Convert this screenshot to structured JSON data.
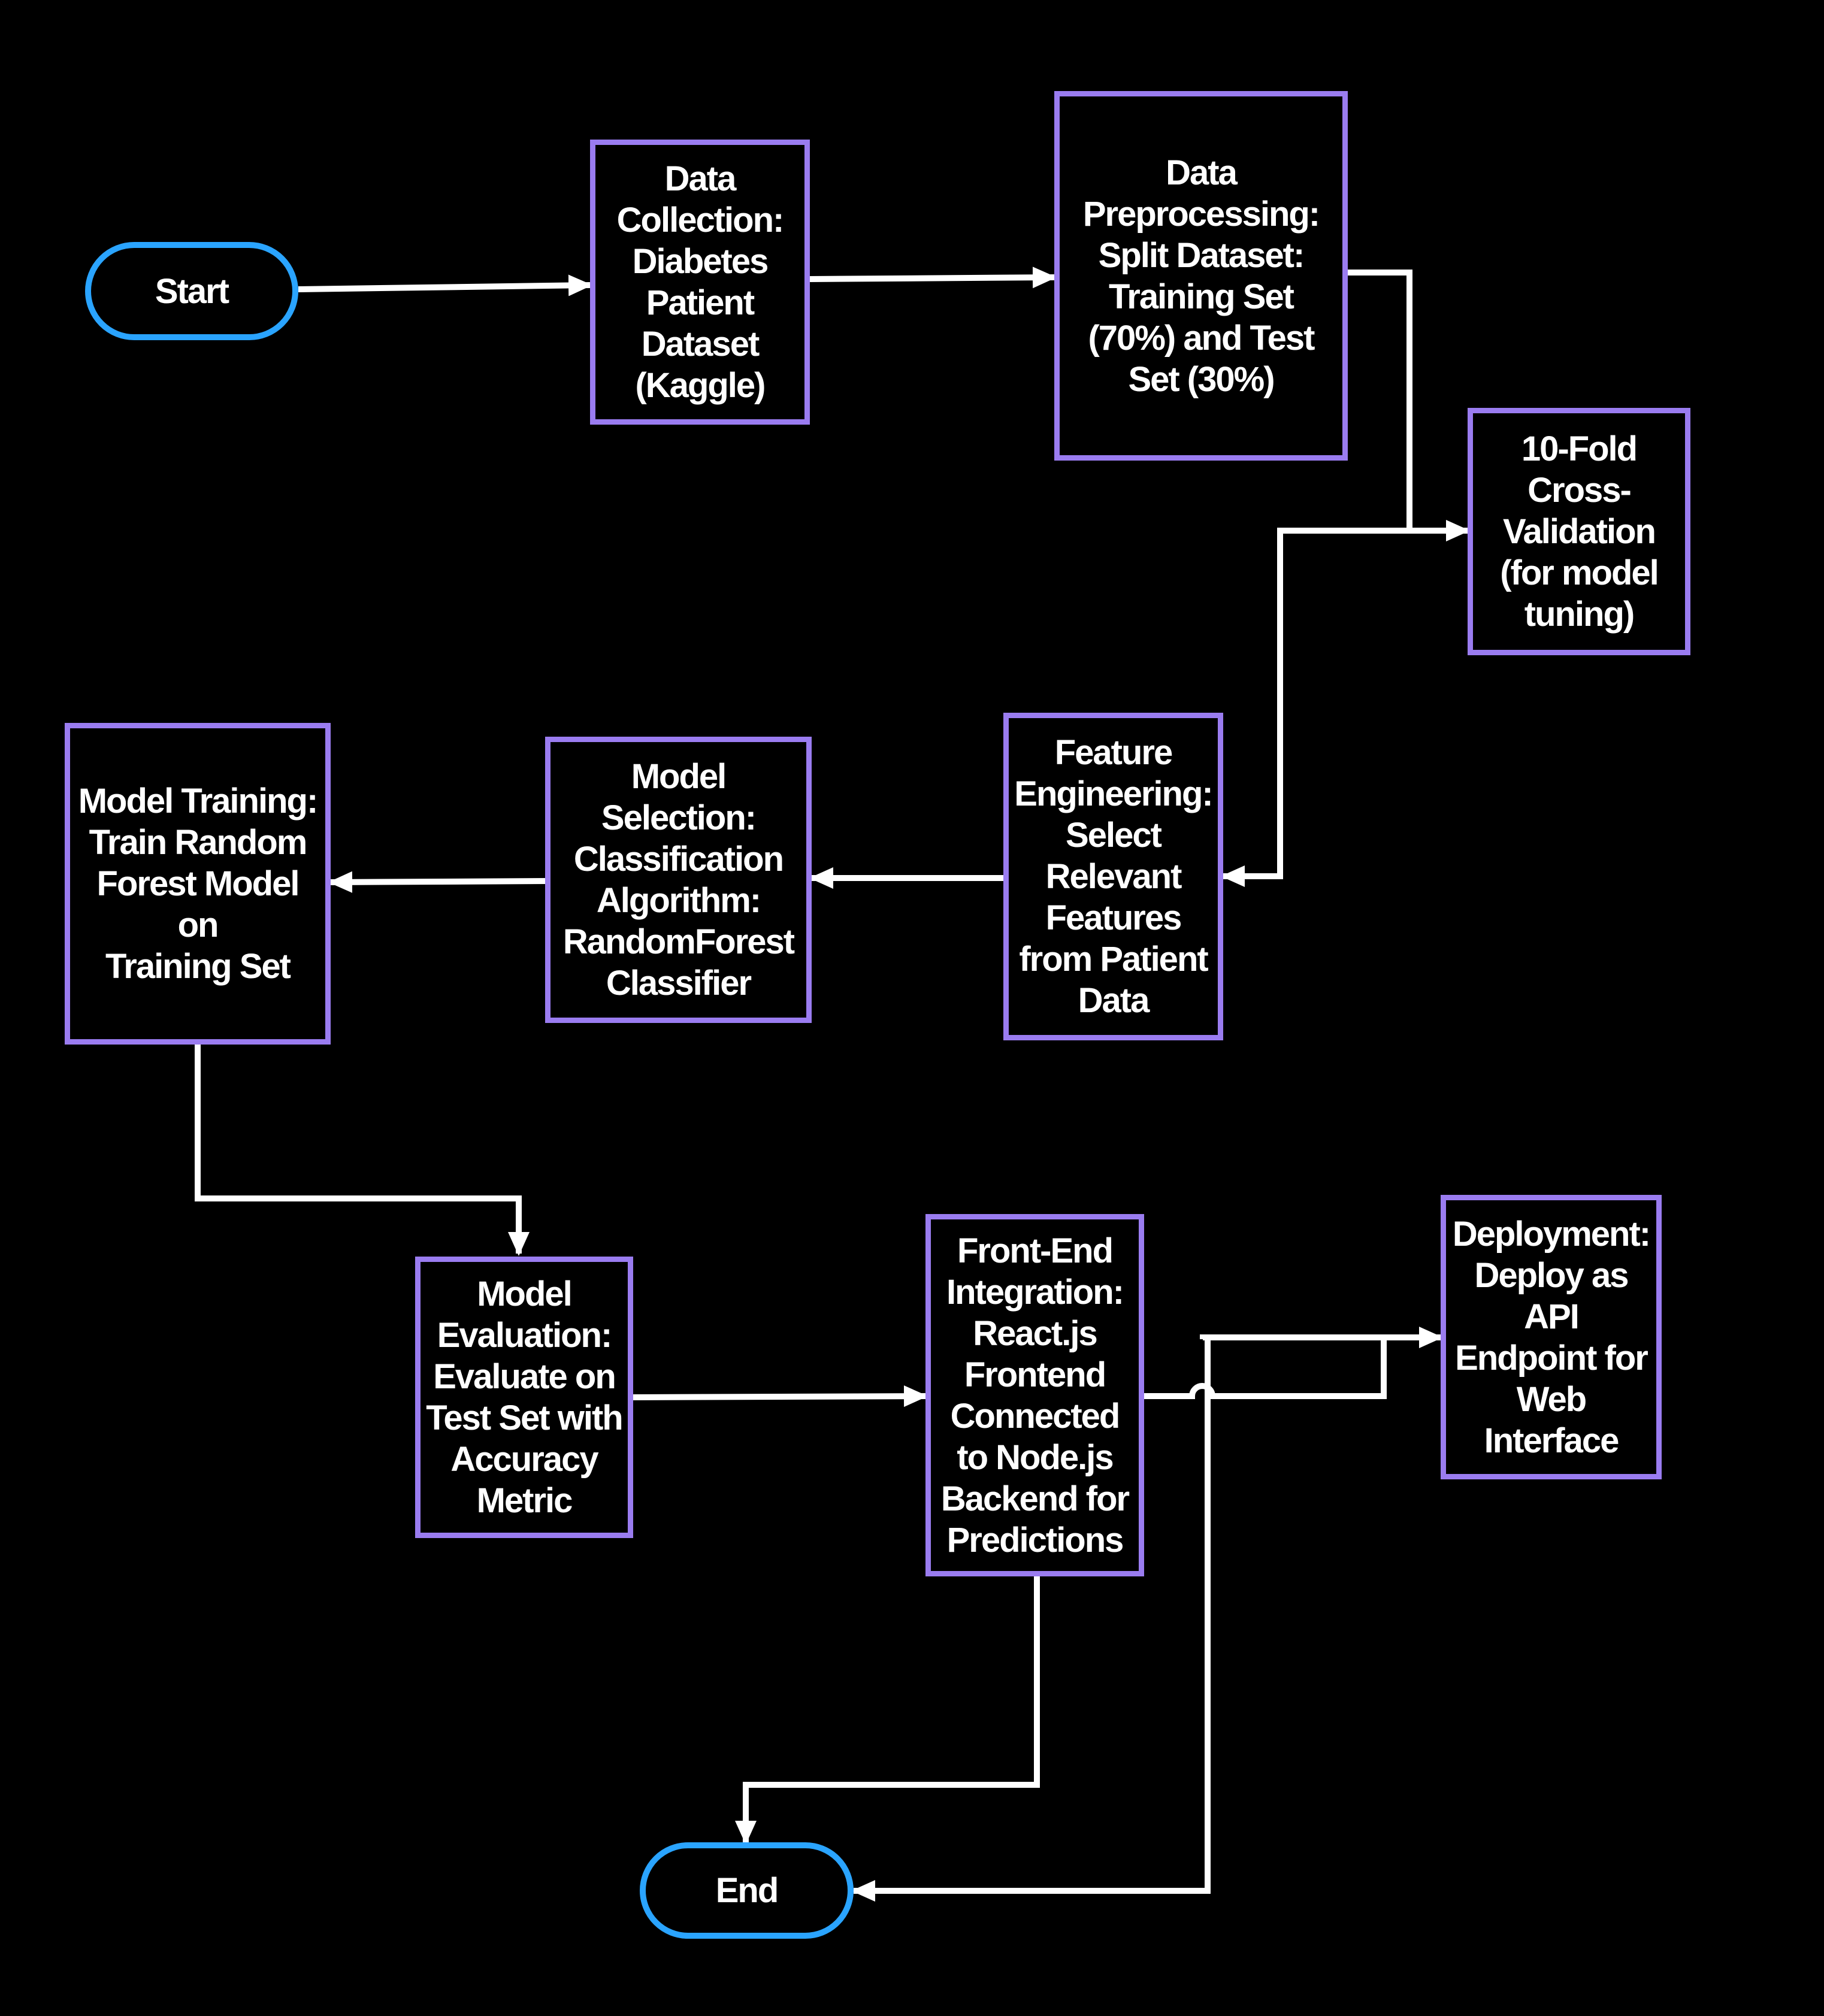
{
  "diagram": {
    "colors": {
      "background": "#000000",
      "process_border": "#9a7cf0",
      "terminal_border": "#2aa4ff",
      "connector": "#ffffff",
      "text": "#ffffff"
    },
    "nodes": {
      "start": {
        "label": "Start",
        "shape": "pill"
      },
      "data_collection": {
        "label": "Data\nCollection:\nDiabetes\nPatient\nDataset\n(Kaggle)",
        "shape": "box"
      },
      "data_preprocessing": {
        "label": "Data\nPreprocessing:\nSplit Dataset:\nTraining Set\n(70%) and Test\nSet (30%)",
        "shape": "box"
      },
      "cross_validation": {
        "label": "10-Fold\nCross-\nValidation\n(for model\ntuning)",
        "shape": "box"
      },
      "feature_engineering": {
        "label": "Feature\nEngineering:\nSelect\nRelevant\nFeatures\nfrom Patient\nData",
        "shape": "box"
      },
      "model_selection": {
        "label": "Model\nSelection:\nClassification\nAlgorithm:\nRandomForest\nClassifier",
        "shape": "box"
      },
      "model_training": {
        "label": "Model Training:\nTrain Random\nForest Model on\nTraining Set",
        "shape": "box"
      },
      "model_evaluation": {
        "label": "Model\nEvaluation:\nEvaluate on\nTest Set with\nAccuracy\nMetric",
        "shape": "box"
      },
      "front_end_integration": {
        "label": "Front-End\nIntegration:\nReact.js\nFrontend\nConnected\nto Node.js\nBackend for\nPredictions",
        "shape": "box"
      },
      "deployment": {
        "label": "Deployment:\nDeploy as\nAPI\nEndpoint for\nWeb\nInterface",
        "shape": "box"
      },
      "end": {
        "label": "End",
        "shape": "pill"
      }
    },
    "edges": [
      {
        "from": "start",
        "to": "data_collection"
      },
      {
        "from": "data_collection",
        "to": "data_preprocessing"
      },
      {
        "from": "data_preprocessing",
        "to": "cross_validation"
      },
      {
        "from": "cross_validation",
        "to": "feature_engineering"
      },
      {
        "from": "feature_engineering",
        "to": "model_selection"
      },
      {
        "from": "model_selection",
        "to": "model_training"
      },
      {
        "from": "model_training",
        "to": "model_evaluation"
      },
      {
        "from": "model_evaluation",
        "to": "front_end_integration"
      },
      {
        "from": "front_end_integration",
        "to": "deployment"
      },
      {
        "from": "front_end_integration",
        "to": "end"
      },
      {
        "from": "deployment",
        "to": "end"
      }
    ]
  }
}
